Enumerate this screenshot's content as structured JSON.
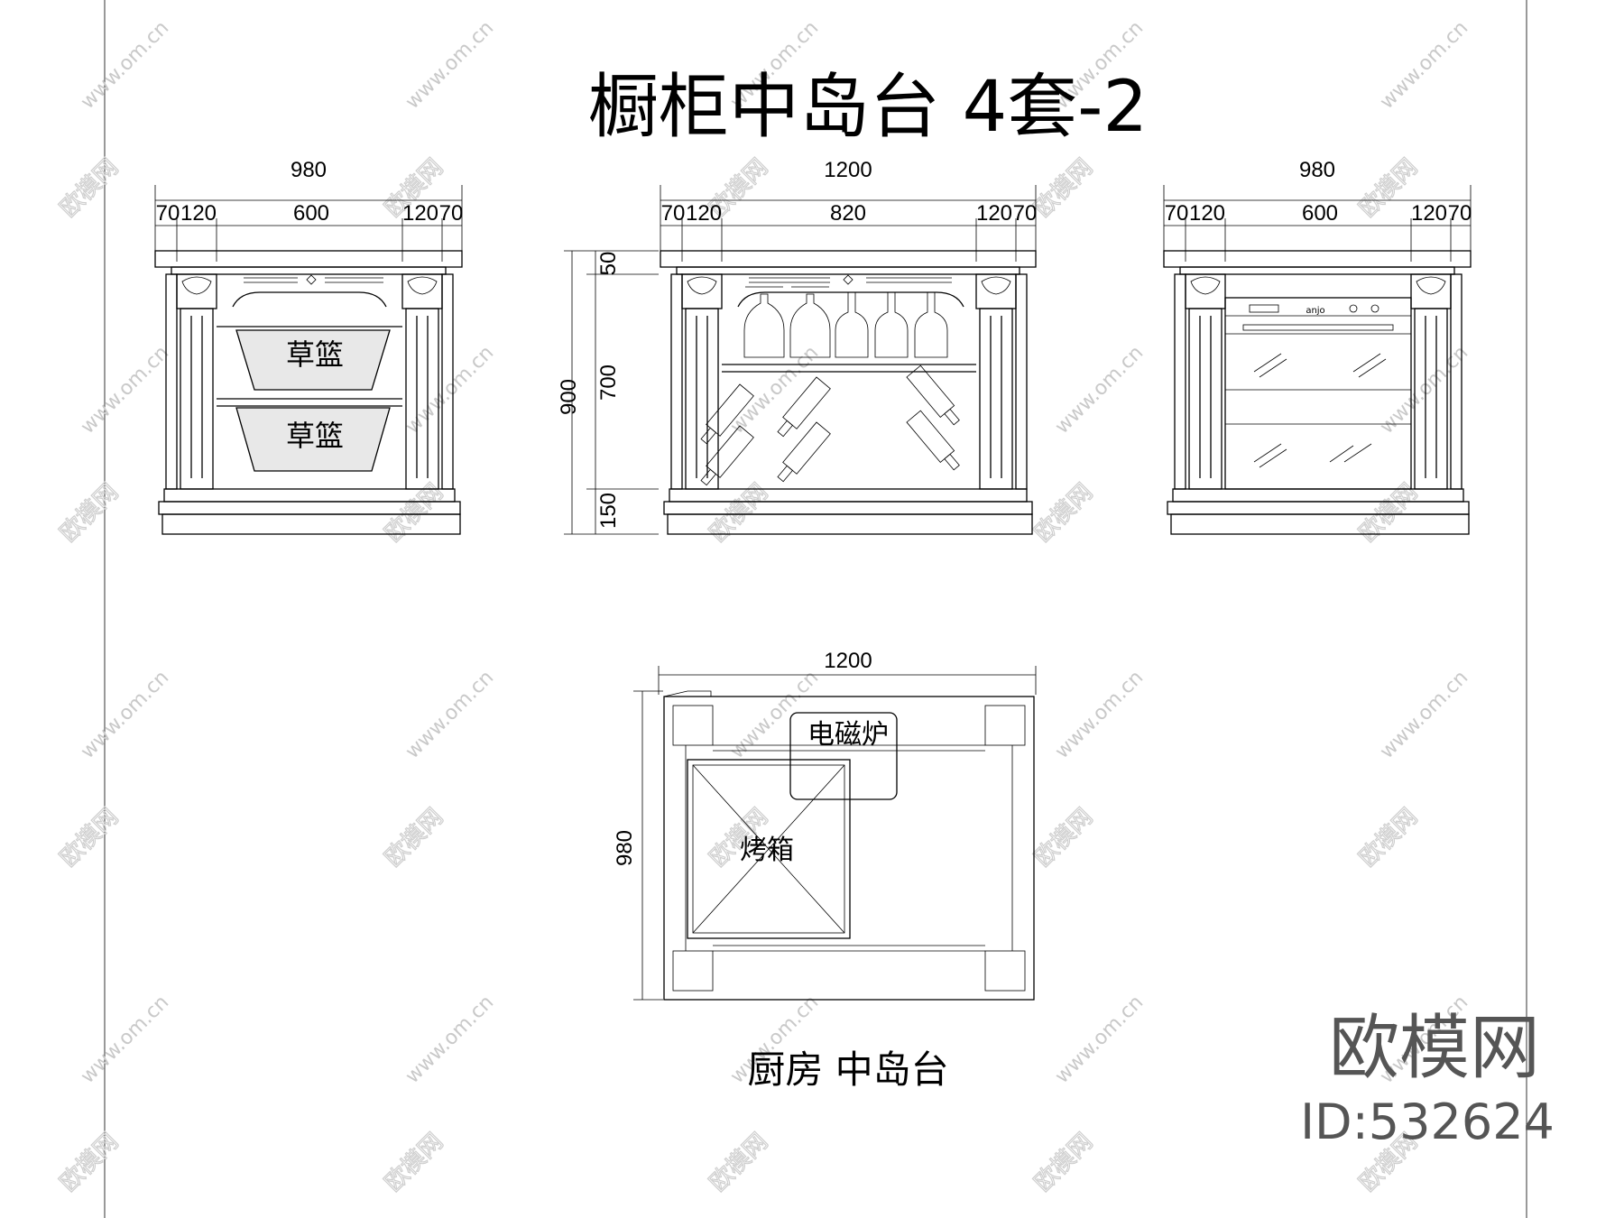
{
  "drawing": {
    "title": "橱柜中岛台 4套-2",
    "subtitle": "厨房  中岛台"
  },
  "left_view": {
    "total_width": "980",
    "parts": [
      "70",
      "120",
      "600",
      "120",
      "70"
    ],
    "basket_top": "草篮",
    "basket_bottom": "草篮"
  },
  "front_view": {
    "total_width": "1200",
    "parts": [
      "70",
      "120",
      "820",
      "120",
      "70"
    ],
    "total_height": "900",
    "heights": [
      "50",
      "700",
      "150"
    ],
    "oven_brand": "anjo"
  },
  "right_view": {
    "total_width": "980",
    "parts": [
      "70",
      "120",
      "600",
      "120",
      "70"
    ]
  },
  "plan_view": {
    "width": "1200",
    "depth": "980",
    "hob_label": "电磁炉",
    "oven_label": "烤箱"
  },
  "watermark": {
    "logo": "欧模网",
    "id": "ID:532624",
    "url": "www.om.cn",
    "cn": "欧模网"
  }
}
